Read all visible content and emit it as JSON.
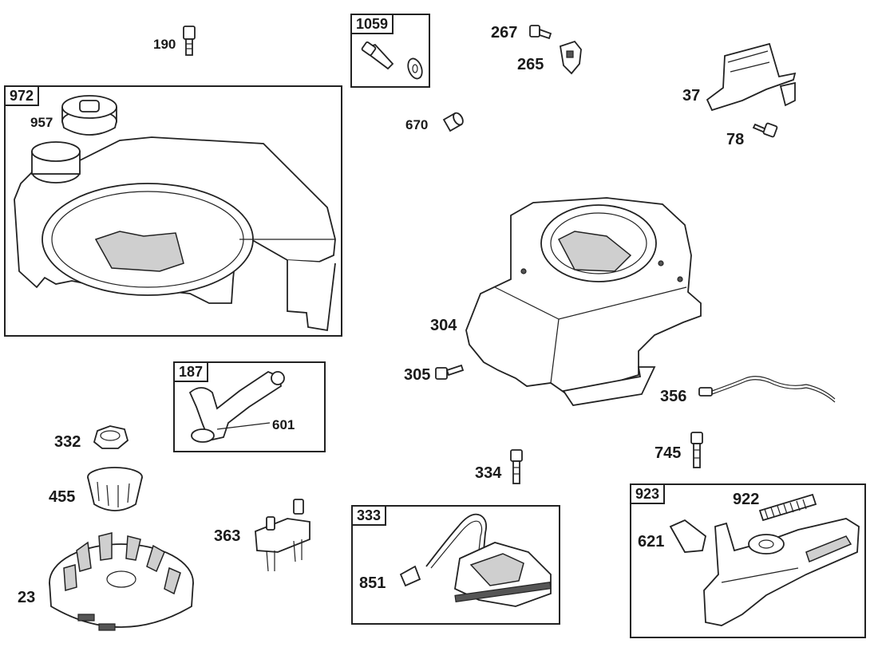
{
  "boxes": {
    "b972": "972",
    "b1059": "1059",
    "b187": "187",
    "b333": "333",
    "b923": "923"
  },
  "labels": {
    "l190": "190",
    "l957": "957",
    "l267": "267",
    "l265": "265",
    "l670": "670",
    "l37": "37",
    "l78": "78",
    "l304": "304",
    "l305": "305",
    "l356": "356",
    "l601": "601",
    "l332": "332",
    "l455": "455",
    "l23": "23",
    "l363": "363",
    "l334": "334",
    "l851": "851",
    "l745": "745",
    "l922": "922",
    "l621": "621"
  }
}
